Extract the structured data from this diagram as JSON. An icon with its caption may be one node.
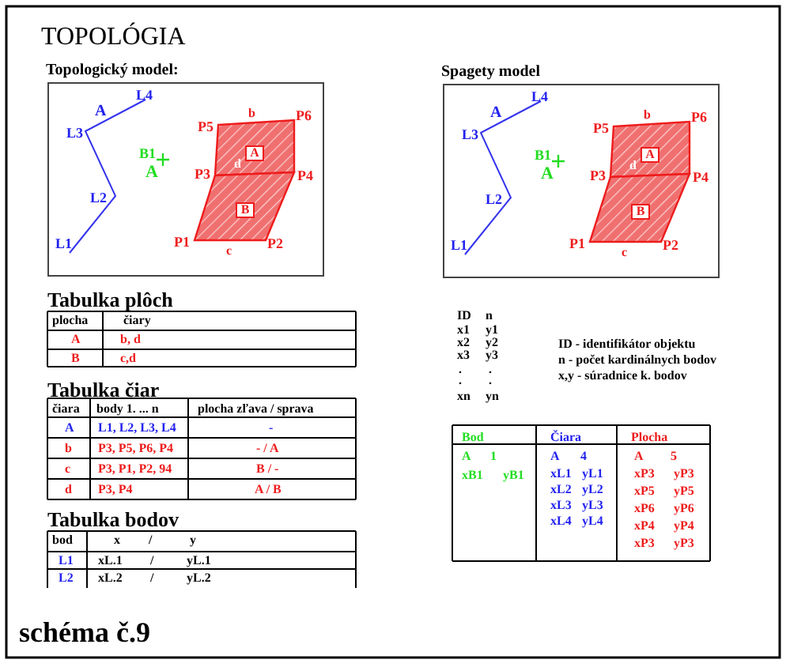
{
  "diagram": {
    "title": "TOPOLÓGIA",
    "caption": "schéma č.9",
    "nodes": [
      {
        "text": [
          "Topologický model:"
        ]
      },
      {
        "text": [
          "A"
        ],
        "in": 0
      },
      {
        "text": [
          "B"
        ],
        "in": 0
      },
      {
        "text": [
          "Spagety model"
        ]
      },
      {
        "text": [
          "A"
        ],
        "in": 3
      },
      {
        "text": [
          "B"
        ],
        "in": 3
      }
    ],
    "edges": [],
    "labels": [
      "A",
      "L4",
      "L3",
      "L2",
      "L1",
      "B1",
      "A",
      "P5",
      "b",
      "P6",
      "P3",
      "d",
      "P4",
      "P1",
      "c",
      "P2",
      "A",
      "L4",
      "L3",
      "L2",
      "L1",
      "B1",
      "A",
      "P5",
      "b",
      "P6",
      "P3",
      "d",
      "P4",
      "P1",
      "c",
      "P2",
      "Tabulka plôch",
      "plocha",
      "čiary",
      "A",
      "b, d",
      "B",
      "c,d",
      "Tabulka čiar",
      "čiara",
      "body 1. ... n",
      "plocha zľava / sprava",
      "A",
      "L1, L2, L3, L4",
      "-",
      "b",
      "P3, P5, P6, P4",
      "- / A",
      "c",
      "P3, P1, P2, 94",
      "B / -",
      "d",
      "P3, P4",
      "A / B",
      "Tabulka bodov",
      "bod",
      "x",
      "/",
      "y",
      "L1",
      "xL.1",
      "/",
      "yL.1",
      "L2",
      "xL.2",
      "/",
      "yL.2",
      "ID",
      "n",
      "x1",
      "y1",
      "x2",
      "y2",
      "x3",
      "y3",
      ".",
      ".",
      ".",
      ".",
      "xn",
      "yn",
      "ID - identifikátor objektu",
      "n - počet kardinálnych bodov",
      "x,y - súradnice k. bodov",
      "Bod",
      "Čiara",
      "Plocha",
      "A",
      "1",
      "xB1",
      "yB1",
      "A",
      "4",
      "xL1",
      "yL1",
      "xL2",
      "yL2",
      "xL3",
      "yL3",
      "xL4",
      "yL4",
      "A",
      "5",
      "xP3",
      "yP3",
      "xP5",
      "yP5",
      "xP6",
      "yP6",
      "xP4",
      "yP4",
      "xP3",
      "yP3"
    ]
  }
}
